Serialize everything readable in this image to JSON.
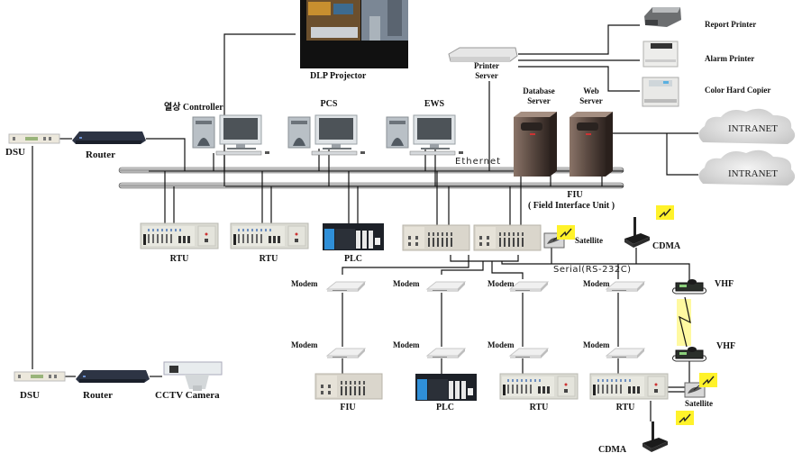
{
  "diagram": {
    "top": {
      "dlp_projector": "DLP Projector",
      "printer_server": "Printer\nServer",
      "printer_server_line1": "Printer",
      "printer_server_line2": "Server",
      "report_printer": "Report Printer",
      "alarm_printer": "Alarm Printer",
      "color_hard_copier": "Color Hard Copier"
    },
    "workstations": {
      "controller": "열상 Controller",
      "pcs": "PCS",
      "ews": "EWS",
      "database_server_line1": "Database",
      "database_server_line2": "Server",
      "web_server_line1": "Web",
      "web_server_line2": "Server"
    },
    "network": {
      "ethernet": "Ethernet",
      "intranet_1": "INTRANET",
      "intranet_2": "INTRANET",
      "dsu_top": "DSU",
      "router_top": "Router",
      "dsu_bottom": "DSU",
      "router_bottom": "Router",
      "cctv_camera": "CCTV Camera"
    },
    "field": {
      "rtu_1": "RTU",
      "rtu_2": "RTU",
      "plc_1": "PLC",
      "fiu_title": "FIU",
      "fiu_subtitle": "( Field Interface Unit )",
      "satellite_top": "Satellite",
      "cdma_top": "CDMA",
      "serial": "Serial(RS-232C)",
      "vhf_1": "VHF",
      "vhf_2": "VHF",
      "modems": [
        "Modem",
        "Modem",
        "Modem",
        "Modem",
        "Modem",
        "Modem",
        "Modem",
        "Modem"
      ],
      "remote_fiu": "FIU",
      "remote_plc": "PLC",
      "remote_rtu_1": "RTU",
      "remote_rtu_2": "RTU",
      "satellite_bottom": "Satellite",
      "cdma_bottom": "CDMA"
    }
  }
}
